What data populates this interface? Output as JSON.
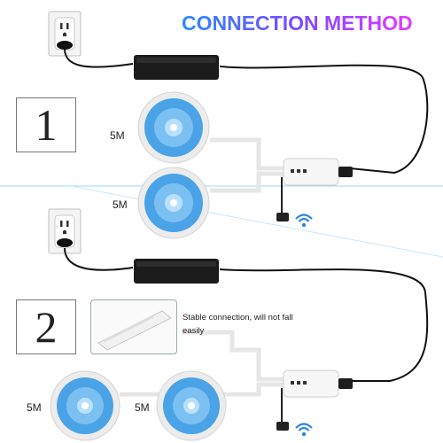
{
  "title": "CONNECTION METHOD",
  "colors": {
    "title_gradient": [
      "#2a8bff",
      "#7a4bff",
      "#e33cff"
    ],
    "reel_light": "#5aa9e6",
    "wifi": "#2b86e0"
  },
  "method_1": {
    "number": "1",
    "strip_labels": [
      "5M",
      "5M"
    ]
  },
  "method_2": {
    "number": "2",
    "strip_labels": [
      "5M",
      "5M"
    ],
    "callout": "Stable connection, will not fall easily"
  },
  "icons": [
    "wall-outlet-icon",
    "power-adapter-icon",
    "controller-icon",
    "wifi-icon",
    "led-strip-reel-icon",
    "connector-icon"
  ]
}
